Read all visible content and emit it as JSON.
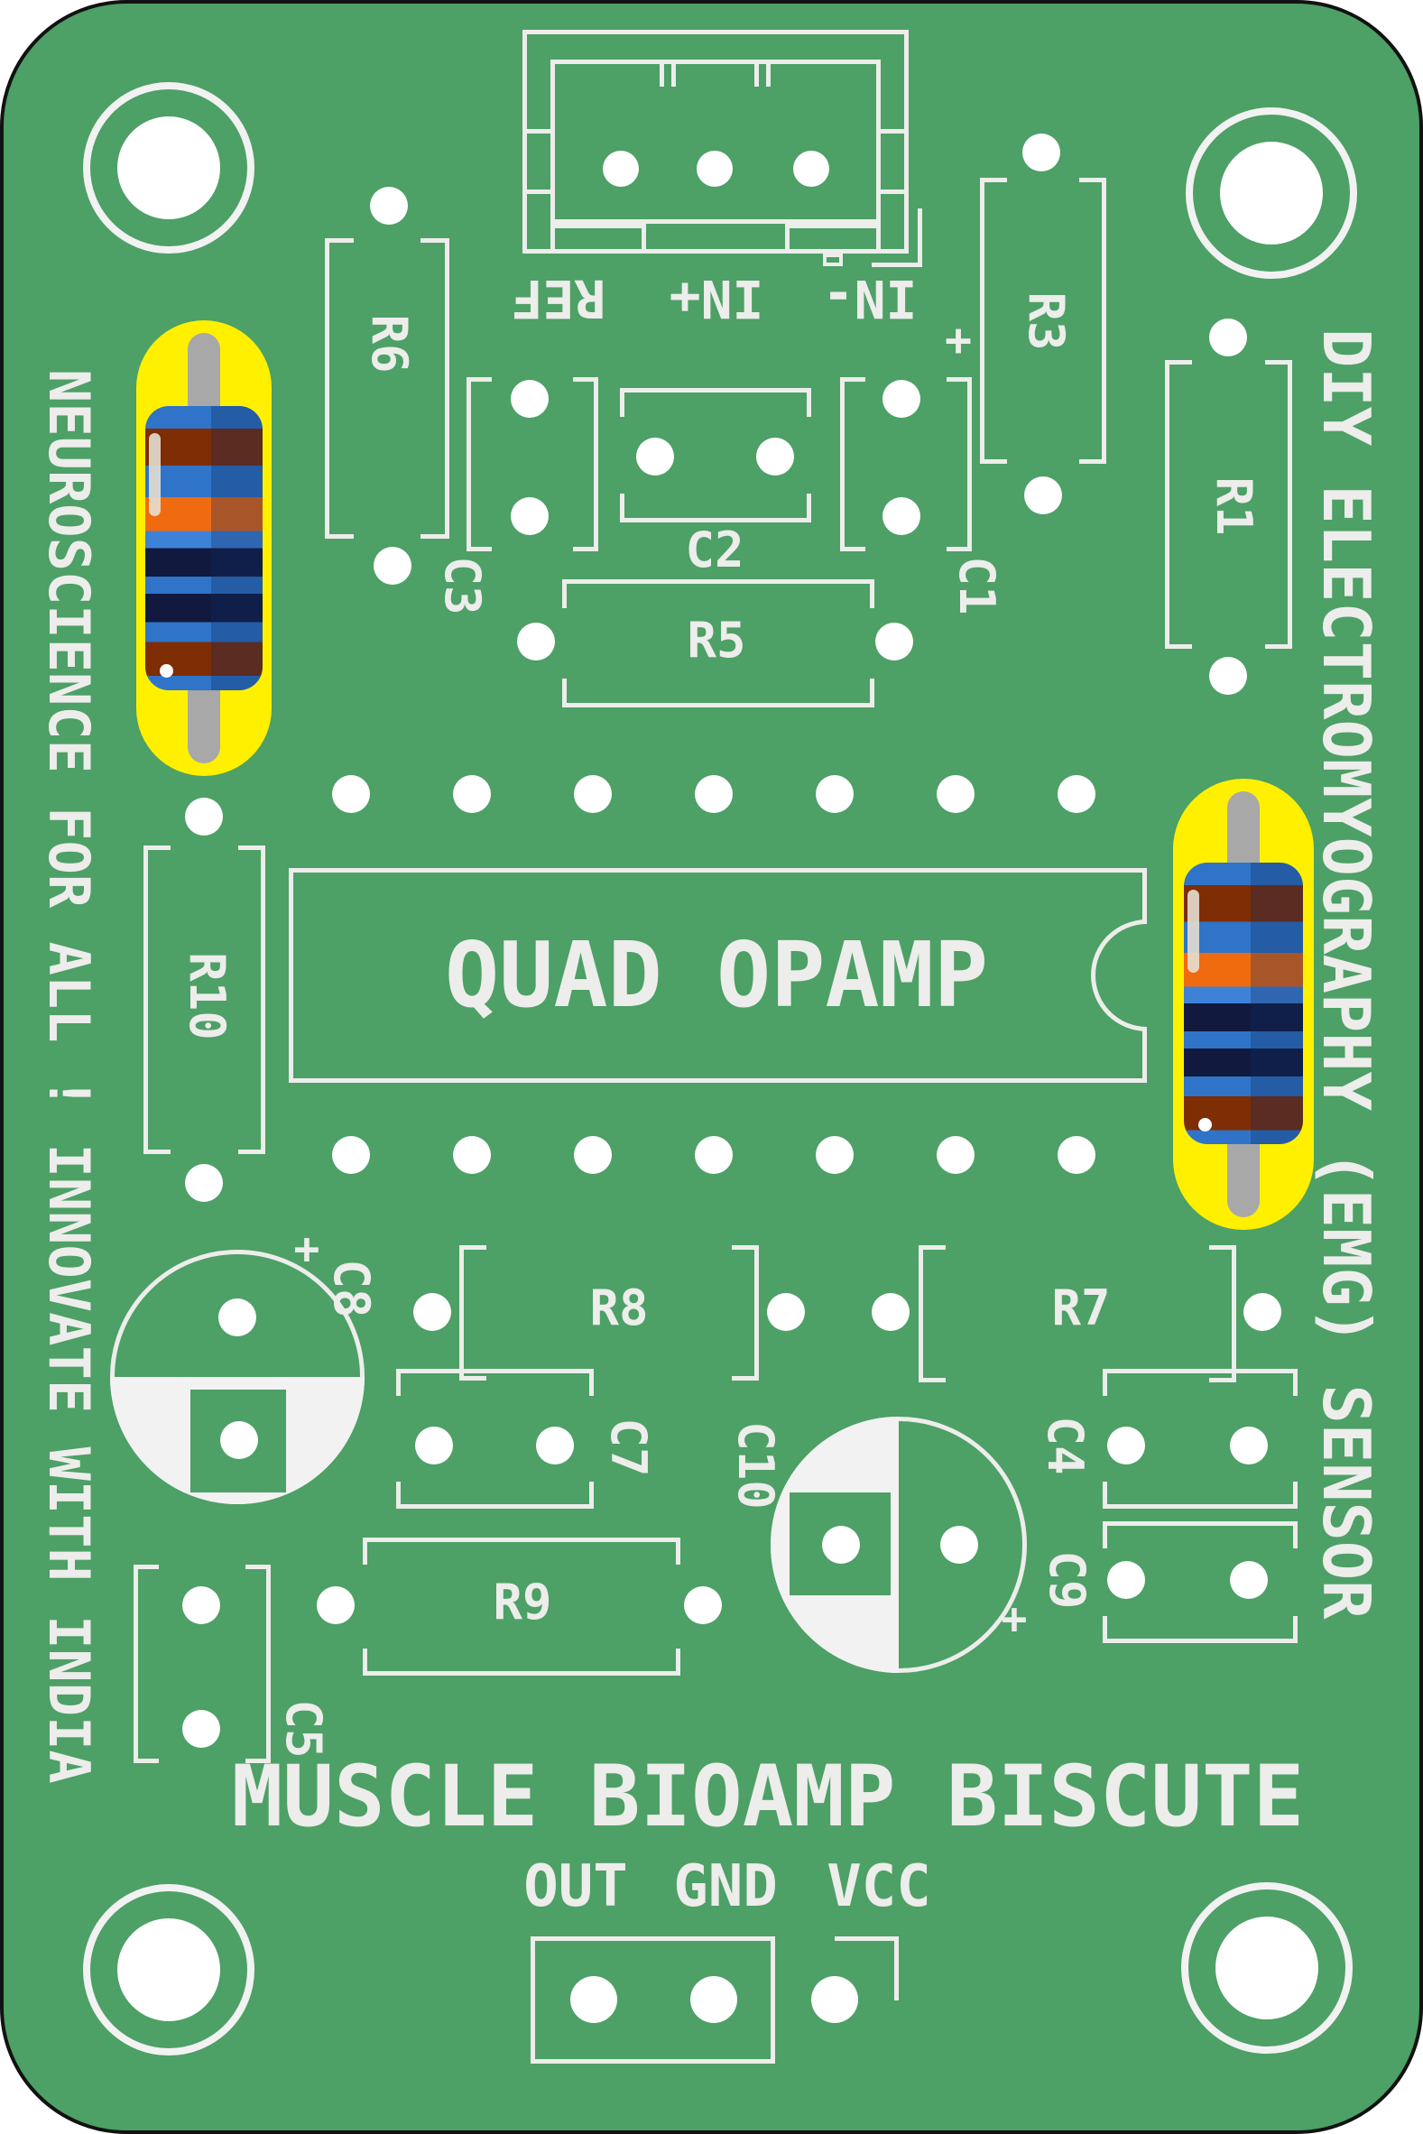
{
  "board": {
    "title": "MUSCLE BIOAMP BISCUTE",
    "ic_label": "QUAD OPAMP",
    "left_edge_text": "NEUROSCIENCE FOR ALL ! INNOVATE WITH INDIA",
    "right_edge_text": "DIY ELECTROMYOGRAPHY (EMG) SENSOR",
    "plus_sign": "+",
    "colors": {
      "board_green": "#4DA066",
      "silkscreen": "#EDEDEB",
      "hole_white": "#FFFFFF",
      "highlight_yellow": "#FFF000",
      "resistor_body_blue": "#2F74C8",
      "band_brown": "#7E2D05",
      "band_orange": "#F06A10",
      "band_navy": "#111A3E",
      "lead_gray": "#A8A8A8"
    }
  },
  "top_connector": {
    "pins": [
      "REF",
      "IN+",
      "IN-"
    ]
  },
  "bottom_connector": {
    "pins": [
      "OUT",
      "GND",
      "VCC"
    ]
  },
  "references": {
    "r1": "R1",
    "r3": "R3",
    "r5": "R5",
    "r6": "R6",
    "r7": "R7",
    "r8": "R8",
    "r9": "R9",
    "r10": "R10",
    "c1": "C1",
    "c2": "C2",
    "c3": "C3",
    "c4": "C4",
    "c5": "C5",
    "c7": "C7",
    "c8": "C8",
    "c9": "C9",
    "c10": "C10"
  }
}
